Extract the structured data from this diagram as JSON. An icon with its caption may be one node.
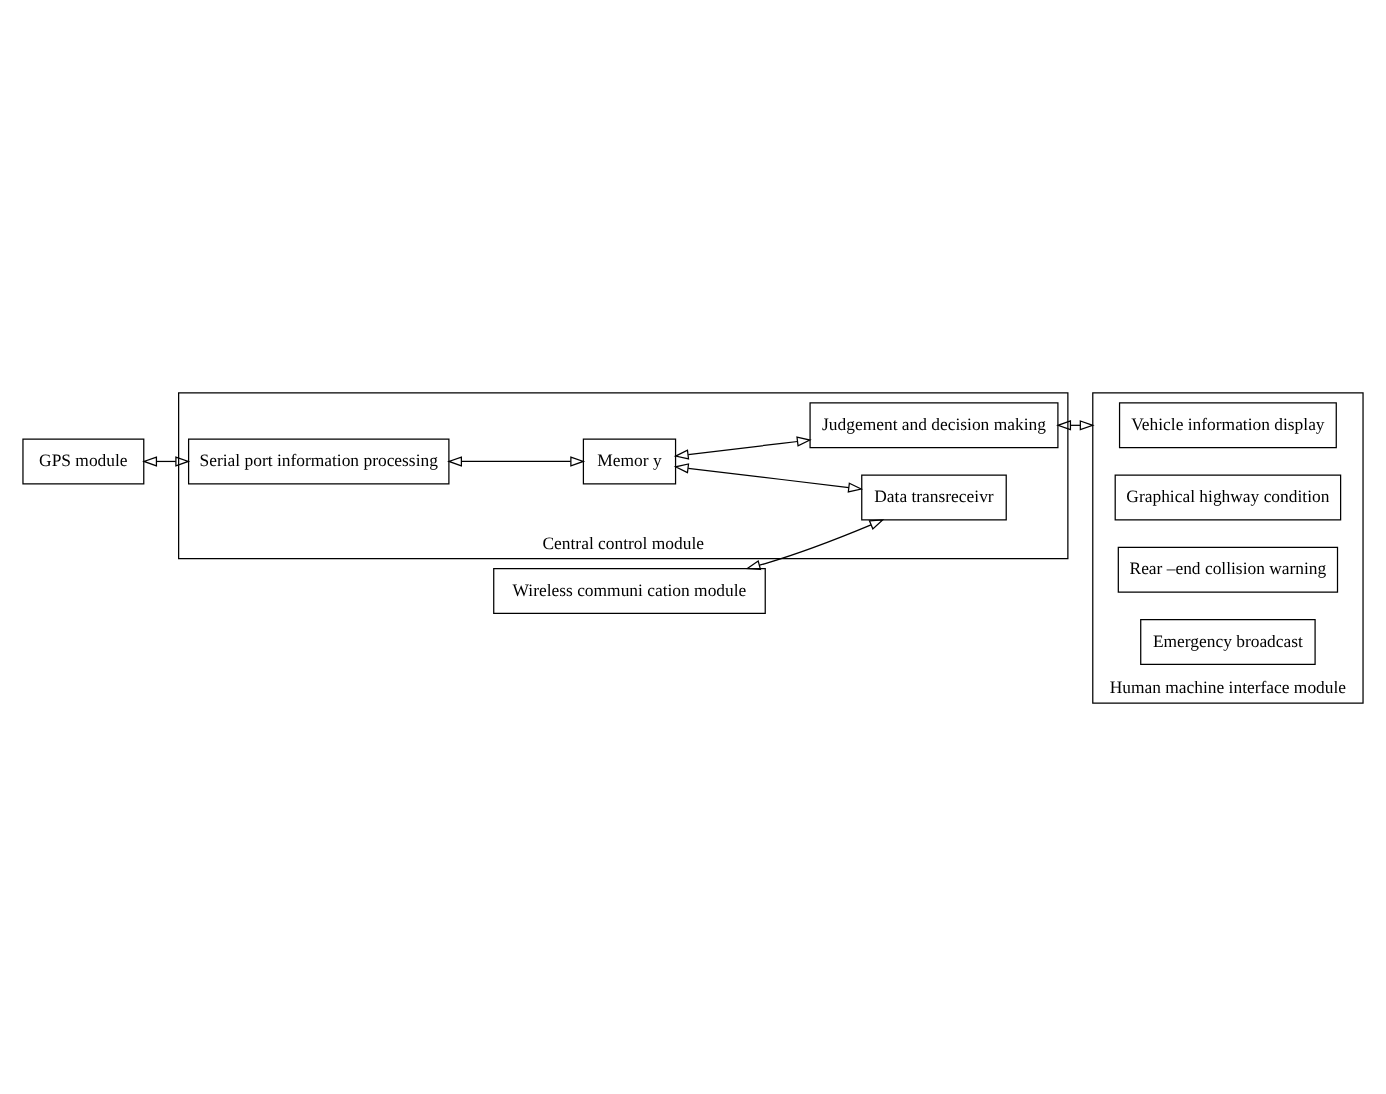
{
  "diagram": {
    "nodes": [
      {
        "text": [
          "GPS module"
        ]
      },
      {
        "text": [
          "Central control module"
        ]
      },
      {
        "text": [
          "Serial port information processing"
        ],
        "in": 1
      },
      {
        "text": [
          "Memor y"
        ],
        "in": 1
      },
      {
        "text": [
          "Judgement and decision making"
        ],
        "in": 1
      },
      {
        "text": [
          "Data transreceivr"
        ],
        "in": 1
      },
      {
        "text": [
          "Wireless communi cation module"
        ]
      },
      {
        "text": [
          "Human machine interface module"
        ]
      },
      {
        "text": [
          "Vehicle information display"
        ],
        "in": 7
      },
      {
        "text": [
          "Graphical highway condition"
        ],
        "in": 7
      },
      {
        "text": [
          "Rear –end collision warning"
        ],
        "in": 7
      },
      {
        "text": [
          "Emergency broadcast"
        ],
        "in": 7
      }
    ],
    "edges": [
      {
        "from": 0,
        "to": 2,
        "arrow": "both"
      },
      {
        "from": 2,
        "to": 3,
        "arrow": "both"
      },
      {
        "from": 3,
        "to": 4,
        "arrow": "both"
      },
      {
        "from": 3,
        "to": 5,
        "arrow": "both"
      },
      {
        "from": 6,
        "to": 5,
        "arrow": "both"
      },
      {
        "from": 4,
        "to": 7,
        "arrow": "both"
      }
    ]
  }
}
